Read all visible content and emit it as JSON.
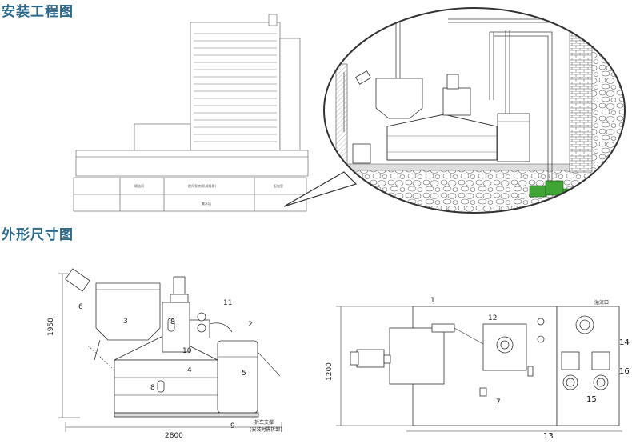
{
  "headings": {
    "installation": "安装工程图",
    "dimensions": "外形尺寸图"
  },
  "side_view": {
    "width_dim": "2800",
    "height_dim": "1950",
    "note_line1": "拆车支撑",
    "note_line2": "(安装时需拆卸)",
    "callouts": [
      "2",
      "3",
      "4",
      "5",
      "6",
      "8",
      "8",
      "9",
      "10",
      "11"
    ]
  },
  "top_view": {
    "depth_dim": "1200",
    "overflow_label": "溢流口",
    "callouts": [
      "1",
      "7",
      "12",
      "13",
      "14",
      "15",
      "16"
    ]
  },
  "basement_rooms": [
    "隔油间",
    "提升泵房(机械格栅)",
    "配电室",
    "集水坑"
  ],
  "colors": {
    "heading": "#2b6a8c",
    "pump_green": "#3fa535",
    "line": "#333333"
  }
}
